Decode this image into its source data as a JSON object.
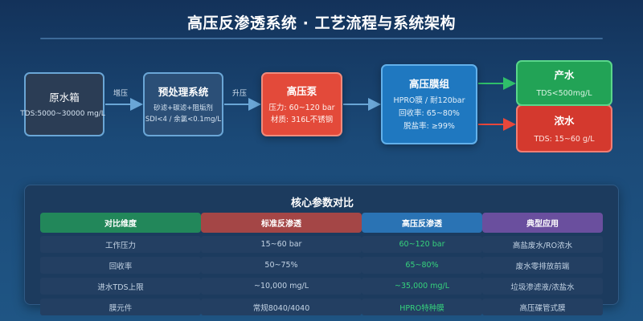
{
  "title": "高压反渗透系统 · 工艺流程与系统架构",
  "colors": {
    "background": "#1b4a78",
    "pump": "#e34a3a",
    "membrane": "#1f78c0",
    "product": "#22a356",
    "concentrate": "#d4392e",
    "highlight_text": "#36d27c"
  },
  "flow": {
    "tank": {
      "title": "原水箱",
      "desc": [
        "TDS:5000~30000 mg/L"
      ]
    },
    "pre": {
      "title": "预处理系统",
      "desc": [
        "砂滤+碳滤+阻垢剂",
        "SDI<4 / 余氯<0.1mg/L"
      ]
    },
    "pump": {
      "title": "高压泵",
      "desc": [
        "压力: 60~120 bar",
        "材质: 316L不锈钢"
      ]
    },
    "memb": {
      "title": "高压膜组",
      "desc": [
        "HPRO膜 / 耐120bar",
        "回收率: 65~80%",
        "脱盐率: ≥99%"
      ]
    },
    "prod": {
      "title": "产水",
      "desc": [
        "TDS<500mg/L"
      ]
    },
    "conc": {
      "title": "浓水",
      "desc": [
        "TDS: 15~60 g/L"
      ]
    },
    "labels": {
      "boost": "增压",
      "raise": "升压"
    }
  },
  "table": {
    "title": "核心参数对比",
    "headers": [
      "对比维度",
      "标准反渗透",
      "高压反渗透",
      "典型应用"
    ],
    "rows": [
      [
        "工作压力",
        "15~60 bar",
        "60~120 bar",
        "高盐废水/RO浓水"
      ],
      [
        "回收率",
        "50~75%",
        "65~80%",
        "废水零排放前端"
      ],
      [
        "进水TDS上限",
        "~10,000 mg/L",
        "~35,000 mg/L",
        "垃圾渗滤液/浓盐水"
      ],
      [
        "膜元件",
        "常规8040/4040",
        "HPRO特种膜",
        "高压碟管式膜"
      ]
    ]
  }
}
